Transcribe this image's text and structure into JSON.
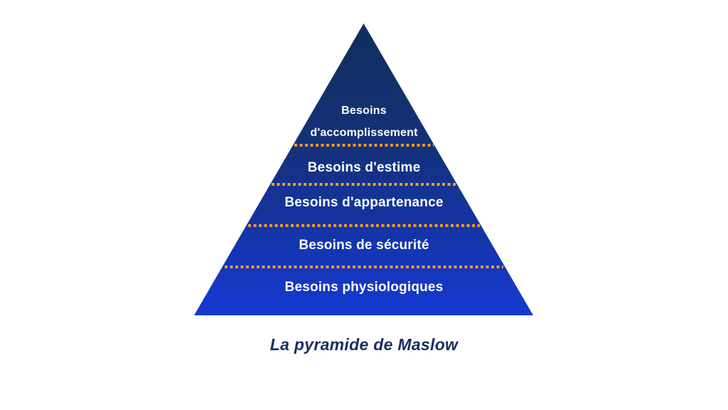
{
  "figure": {
    "title": "La pyramide de Maslow"
  },
  "pyramid": {
    "levels": [
      {
        "name": "accomplissement",
        "label": "Besoins\nd'accomplissement"
      },
      {
        "name": "estime",
        "label": "Besoins d'estime"
      },
      {
        "name": "appartenance",
        "label": "Besoins d'appartenance"
      },
      {
        "name": "securite",
        "label": "Besoins  de sécurité"
      },
      {
        "name": "physiologiques",
        "label": "Besoins physiologiques"
      }
    ],
    "colors": {
      "gradient_top": "#122e5c",
      "gradient_bottom": "#1539d2",
      "divider_dots": "#f29a2b",
      "label_text": "#ffffff",
      "title_text": "#1a2e63",
      "background": "#ffffff"
    }
  },
  "chart_data": {
    "type": "pyramid",
    "title": "La pyramide de Maslow",
    "levels_top_to_bottom": [
      "Besoins d'accomplissement",
      "Besoins d'estime",
      "Besoins d'appartenance",
      "Besoins de sécurité",
      "Besoins physiologiques"
    ],
    "layout_hints": {
      "orientation": "apex-up",
      "dividers": "dotted orange lines between levels",
      "fill": "vertical gradient dark-navy (top) to vivid blue (bottom)"
    }
  }
}
